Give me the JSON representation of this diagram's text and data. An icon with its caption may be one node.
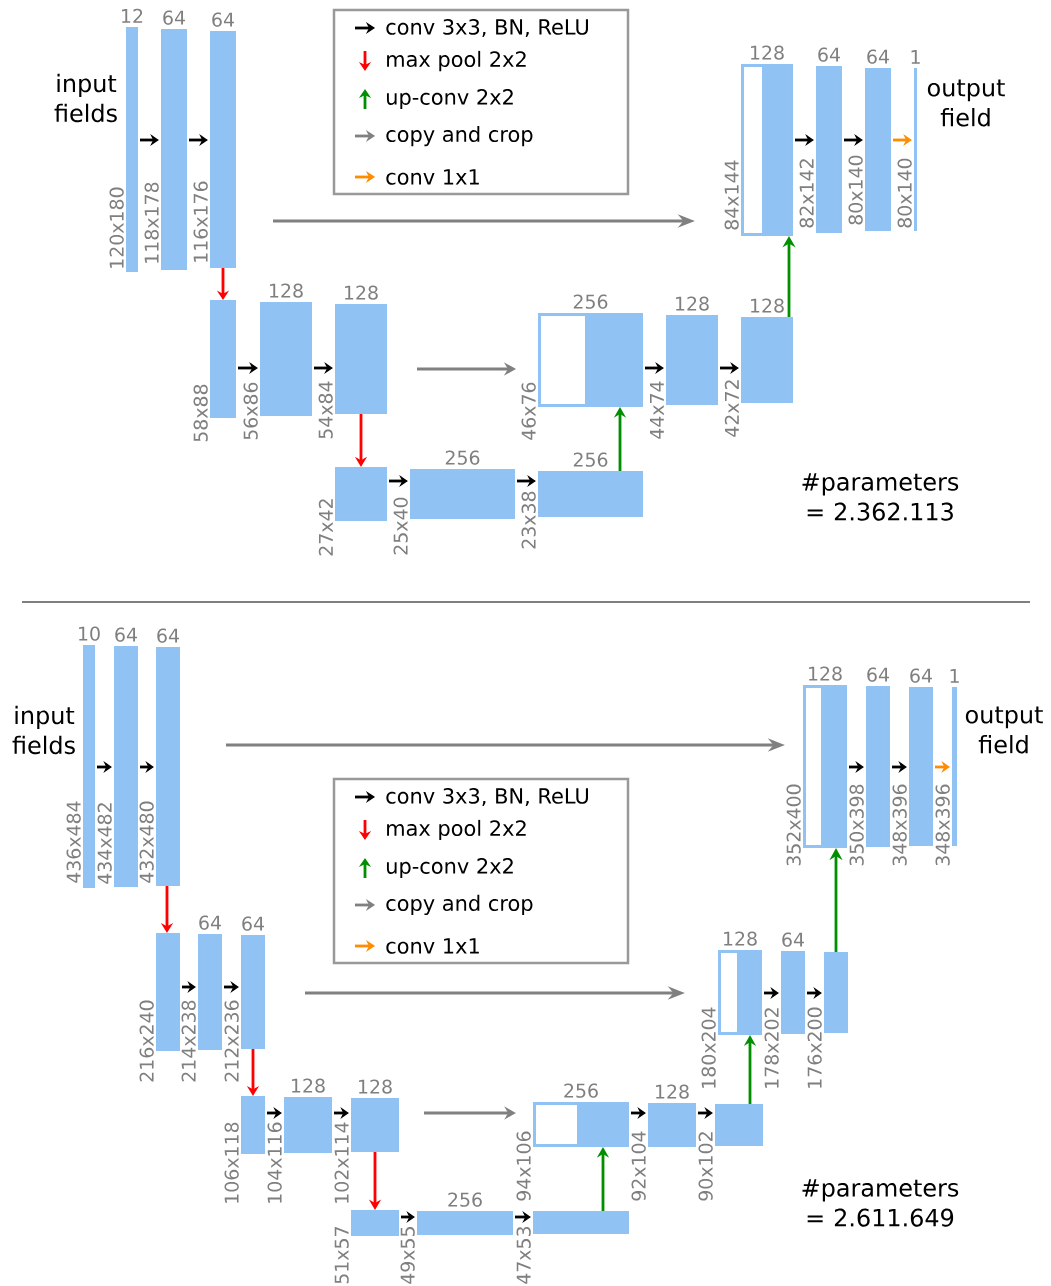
{
  "diagram": {
    "nodes": [
      {
        "text": [
          "12"
        ],
        "beside": [
          "120x180"
        ]
      },
      {
        "text": [
          "64"
        ],
        "beside": [
          "118x178"
        ]
      },
      {
        "text": [
          "64"
        ],
        "beside": [
          "116x176"
        ]
      },
      {
        "text": [],
        "shape": "bar",
        "beside": [
          "58x88"
        ]
      },
      {
        "text": [
          "128"
        ],
        "beside": [
          "56x86"
        ]
      },
      {
        "text": [
          "128"
        ],
        "beside": [
          "54x84"
        ]
      },
      {
        "text": [],
        "shape": "bar",
        "beside": [
          "27x42"
        ]
      },
      {
        "text": [
          "256"
        ],
        "beside": [
          "25x40"
        ]
      },
      {
        "text": [
          "256"
        ],
        "beside": [
          "23x38"
        ]
      },
      {
        "text": [],
        "shape": "box",
        "beside": [
          "46x76"
        ]
      },
      {
        "text": [
          "256"
        ]
      },
      {
        "text": [
          "128"
        ],
        "beside": [
          "44x74"
        ]
      },
      {
        "text": [
          "128"
        ],
        "beside": [
          "42x72"
        ]
      },
      {
        "text": [],
        "shape": "box",
        "beside": [
          "84x144"
        ]
      },
      {
        "text": [
          "128"
        ]
      },
      {
        "text": [
          "64"
        ],
        "beside": [
          "82x142"
        ]
      },
      {
        "text": [
          "64"
        ],
        "beside": [
          "80x140"
        ]
      },
      {
        "text": [
          "1"
        ],
        "beside": [
          "80x140"
        ]
      },
      {
        "text": [
          "10"
        ],
        "beside": [
          "436x484"
        ]
      },
      {
        "text": [
          "64"
        ],
        "beside": [
          "434x482"
        ]
      },
      {
        "text": [
          "64"
        ],
        "beside": [
          "432x480"
        ]
      },
      {
        "text": [],
        "shape": "bar",
        "beside": [
          "216x240"
        ]
      },
      {
        "text": [
          "64"
        ],
        "beside": [
          "214x238"
        ]
      },
      {
        "text": [
          "64"
        ],
        "beside": [
          "212x236"
        ]
      },
      {
        "text": [],
        "shape": "bar",
        "beside": [
          "106x118"
        ]
      },
      {
        "text": [
          "128"
        ],
        "beside": [
          "104x116"
        ]
      },
      {
        "text": [
          "128"
        ],
        "beside": [
          "102x114"
        ]
      },
      {
        "text": [],
        "shape": "bar",
        "beside": [
          "51x57"
        ]
      },
      {
        "text": [
          "256"
        ],
        "beside": [
          "49x55"
        ]
      },
      {
        "text": [],
        "shape": "bar",
        "beside": [
          "47x53"
        ]
      },
      {
        "text": [],
        "shape": "box",
        "beside": [
          "94x106"
        ]
      },
      {
        "text": [
          "256"
        ]
      },
      {
        "text": [
          "128"
        ],
        "beside": [
          "92x104"
        ]
      },
      {
        "text": [],
        "shape": "bar",
        "beside": [
          "90x102"
        ]
      },
      {
        "text": [],
        "shape": "box",
        "beside": [
          "180x204"
        ]
      },
      {
        "text": [
          "128"
        ]
      },
      {
        "text": [
          "64"
        ],
        "beside": [
          "178x202"
        ]
      },
      {
        "text": [],
        "shape": "bar",
        "beside": [
          "176x200"
        ]
      },
      {
        "text": [],
        "shape": "box",
        "beside": [
          "352x400"
        ]
      },
      {
        "text": [
          "128"
        ]
      },
      {
        "text": [
          "64"
        ],
        "beside": [
          "350x398"
        ]
      },
      {
        "text": [
          "64"
        ],
        "beside": [
          "348x396"
        ]
      },
      {
        "text": [
          "1"
        ],
        "beside": [
          "348x396"
        ]
      }
    ],
    "edges": [
      {
        "from": 0,
        "to": 1,
        "arrow": "to"
      },
      {
        "from": 1,
        "to": 2,
        "arrow": "to"
      },
      {
        "from": 2,
        "to": 3,
        "arrow": "to",
        "color": "#ff0000"
      },
      {
        "from": 3,
        "to": 4,
        "arrow": "to"
      },
      {
        "from": 4,
        "to": 5,
        "arrow": "to"
      },
      {
        "from": 5,
        "to": 6,
        "arrow": "to",
        "color": "#ff0000"
      },
      {
        "from": 6,
        "to": 7,
        "arrow": "to"
      },
      {
        "from": 7,
        "to": 8,
        "arrow": "to"
      },
      {
        "from": 8,
        "to": 10,
        "arrow": "to",
        "color": "#008f00"
      },
      {
        "from": 10,
        "to": 11,
        "arrow": "to"
      },
      {
        "from": 11,
        "to": 12,
        "arrow": "to"
      },
      {
        "from": 12,
        "to": 14,
        "arrow": "to",
        "color": "#008f00"
      },
      {
        "from": 14,
        "to": 15,
        "arrow": "to"
      },
      {
        "from": 15,
        "to": 16,
        "arrow": "to"
      },
      {
        "from": 16,
        "to": 17,
        "arrow": "to",
        "color": "#ff8c00"
      },
      {
        "from": 5,
        "to": 9,
        "arrow": "to",
        "color": "#808080"
      },
      {
        "from": 2,
        "to": 13,
        "arrow": "to",
        "color": "#808080"
      },
      {
        "from": 18,
        "to": 19,
        "arrow": "to"
      },
      {
        "from": 19,
        "to": 20,
        "arrow": "to"
      },
      {
        "from": 20,
        "to": 21,
        "arrow": "to",
        "color": "#ff0000"
      },
      {
        "from": 21,
        "to": 22,
        "arrow": "to"
      },
      {
        "from": 22,
        "to": 23,
        "arrow": "to"
      },
      {
        "from": 23,
        "to": 24,
        "arrow": "to",
        "color": "#ff0000"
      },
      {
        "from": 24,
        "to": 25,
        "arrow": "to"
      },
      {
        "from": 25,
        "to": 26,
        "arrow": "to"
      },
      {
        "from": 26,
        "to": 27,
        "arrow": "to",
        "color": "#ff0000"
      },
      {
        "from": 27,
        "to": 28,
        "arrow": "to"
      },
      {
        "from": 28,
        "to": 29,
        "arrow": "to"
      },
      {
        "from": 29,
        "to": 31,
        "arrow": "to",
        "color": "#008f00"
      },
      {
        "from": 31,
        "to": 32,
        "arrow": "to"
      },
      {
        "from": 32,
        "to": 33,
        "arrow": "to"
      },
      {
        "from": 33,
        "to": 35,
        "arrow": "to",
        "color": "#008f00"
      },
      {
        "from": 35,
        "to": 36,
        "arrow": "to"
      },
      {
        "from": 36,
        "to": 37,
        "arrow": "to"
      },
      {
        "from": 37,
        "to": 39,
        "arrow": "to",
        "color": "#008f00"
      },
      {
        "from": 39,
        "to": 40,
        "arrow": "to"
      },
      {
        "from": 40,
        "to": 41,
        "arrow": "to"
      },
      {
        "from": 41,
        "to": 42,
        "arrow": "to",
        "color": "#ff8c00"
      },
      {
        "from": 26,
        "to": 30,
        "arrow": "to",
        "color": "#808080"
      },
      {
        "from": 23,
        "to": 34,
        "arrow": "to",
        "color": "#808080"
      },
      {
        "from": 20,
        "to": 38,
        "arrow": "to",
        "color": "#808080"
      }
    ],
    "labels": [
      "input fields",
      "output field",
      "#parameters = 2.362.113",
      "input fields",
      "output field",
      "#parameters = 2.611.649"
    ],
    "legend": [
      {
        "text": "conv 3x3, BN, ReLU"
      },
      {
        "text": "max pool 2x2"
      },
      {
        "text": "up-conv 2x2"
      },
      {
        "text": "copy and crop"
      },
      {
        "text": "conv 1x1"
      },
      {
        "text": "conv 3x3, BN, ReLU"
      },
      {
        "text": "max pool 2x2"
      },
      {
        "text": "up-conv 2x2"
      },
      {
        "text": "copy and crop"
      },
      {
        "text": "conv 1x1"
      }
    ]
  }
}
